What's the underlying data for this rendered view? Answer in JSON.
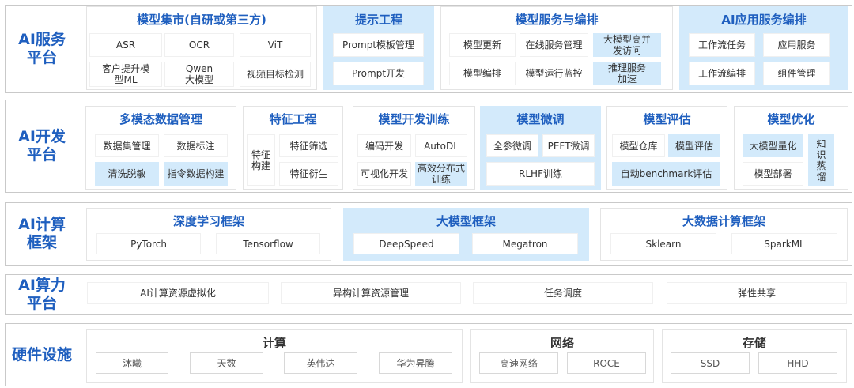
{
  "service": {
    "label": "AI服务\n平台",
    "market": {
      "title": "模型集市(自研或第三方)",
      "items": [
        "ASR",
        "OCR",
        "ViT",
        "客户提升模型ML",
        "Qwen 大模型",
        "视频目标检测"
      ]
    },
    "prompt": {
      "title": "提示工程",
      "items": [
        "Prompt模板管理",
        "Prompt开发"
      ]
    },
    "serving": {
      "title": "模型服务与编排",
      "items": [
        "模型更新",
        "在线服务管理",
        "大模型高并发访问",
        "模型编排",
        "模型运行监控",
        "推理服务加速"
      ]
    },
    "app": {
      "title": "AI应用服务编排",
      "items": [
        "工作流任务",
        "应用服务",
        "工作流编排",
        "组件管理"
      ]
    }
  },
  "dev": {
    "label": "AI开发\n平台",
    "data": {
      "title": "多模态数据管理",
      "items": [
        "数据集管理",
        "数据标注",
        "清洗脱敏",
        "指令数据构建"
      ]
    },
    "feature": {
      "title": "特征工程",
      "items": [
        "特征构建",
        "特征筛选",
        "特征衍生"
      ]
    },
    "train": {
      "title": "模型开发训练",
      "items": [
        "编码开发",
        "AutoDL",
        "可视化开发",
        "高效分布式训练"
      ]
    },
    "finetune": {
      "title": "模型微调",
      "items": [
        "全参微调",
        "PEFT微调",
        "RLHF训练"
      ]
    },
    "eval": {
      "title": "模型评估",
      "items": [
        "模型仓库",
        "模型评估",
        "自动benchmark评估"
      ]
    },
    "opt": {
      "title": "模型优化",
      "items": [
        "大模型量化",
        "模型部署",
        "知识蒸馏"
      ]
    }
  },
  "framework": {
    "label": "AI计算\n框架",
    "dl": {
      "title": "深度学习框架",
      "items": [
        "PyTorch",
        "Tensorflow"
      ]
    },
    "llm": {
      "title": "大模型框架",
      "items": [
        "DeepSpeed",
        "Megatron"
      ]
    },
    "bigdata": {
      "title": "大数据计算框架",
      "items": [
        "Sklearn",
        "SparkML"
      ]
    }
  },
  "compute": {
    "label": "AI算力\n平台",
    "items": [
      "AI计算资源虚拟化",
      "异构计算资源管理",
      "任务调度",
      "弹性共享"
    ]
  },
  "hardware": {
    "label": "硬件设施",
    "calc": {
      "title": "计算",
      "items": [
        "沐曦",
        "天数",
        "英伟达",
        "华为昇腾"
      ]
    },
    "net": {
      "title": "网络",
      "items": [
        "高速网络",
        "ROCE"
      ]
    },
    "storage": {
      "title": "存储",
      "items": [
        "SSD",
        "HHD"
      ]
    }
  }
}
